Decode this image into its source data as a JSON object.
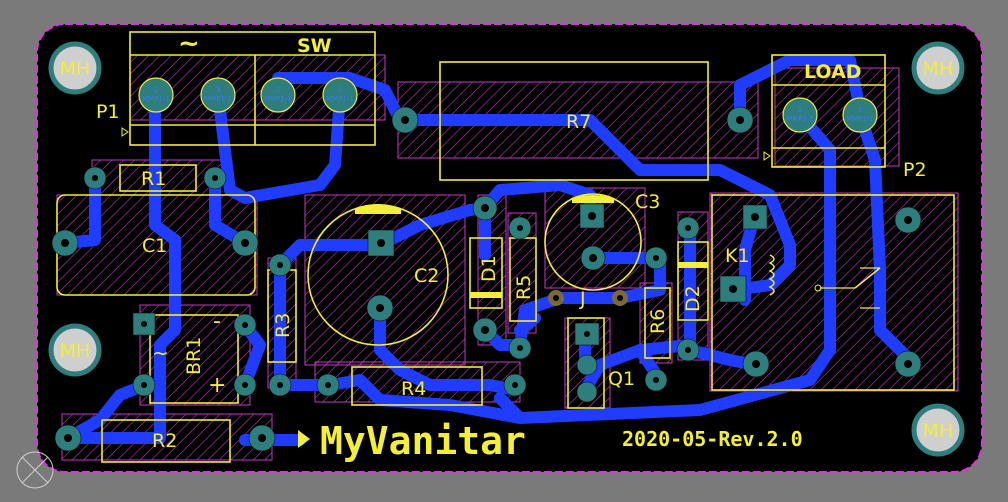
{
  "board": {
    "name_text": "MyVanitar",
    "revision_text": "2020-05-Rev.2.0",
    "colors": {
      "background": "#7a7a7a",
      "board": "#000000",
      "outline": "#d936d9",
      "copper": "#1f3cff",
      "silkscreen": "#f2ee3a",
      "pad": "#2e7e7e",
      "mounting_hole": "#cfcfcf"
    }
  },
  "mounting_holes": {
    "label": "MH"
  },
  "connectors": {
    "p1": {
      "ref": "P1",
      "left_label": "~",
      "right_label": "SW",
      "pins": [
        "MMP1-1",
        "MMP1-2",
        "MMP1-2",
        "MMP1-1"
      ],
      "pin_numbers": [
        "2",
        "3",
        "2",
        "1"
      ]
    },
    "p2": {
      "ref": "P2",
      "label": "LOAD",
      "pins": [
        "MMP1-1",
        "MMP1-1"
      ],
      "pin_numbers": [
        "2",
        "1"
      ]
    }
  },
  "components": {
    "r1": "R1",
    "r2": "R2",
    "r3": "R3",
    "r4": "R4",
    "r5": "R5",
    "r6": "R6",
    "r7": "R7",
    "c1": "C1",
    "c2": "C2",
    "c3": "C3",
    "d1": "D1",
    "d2": "D2",
    "br1": "BR1",
    "br1_minus": "-",
    "br1_plus": "+",
    "br1_ac": "~",
    "k1": "K1",
    "q1": "Q1",
    "j": "J"
  }
}
